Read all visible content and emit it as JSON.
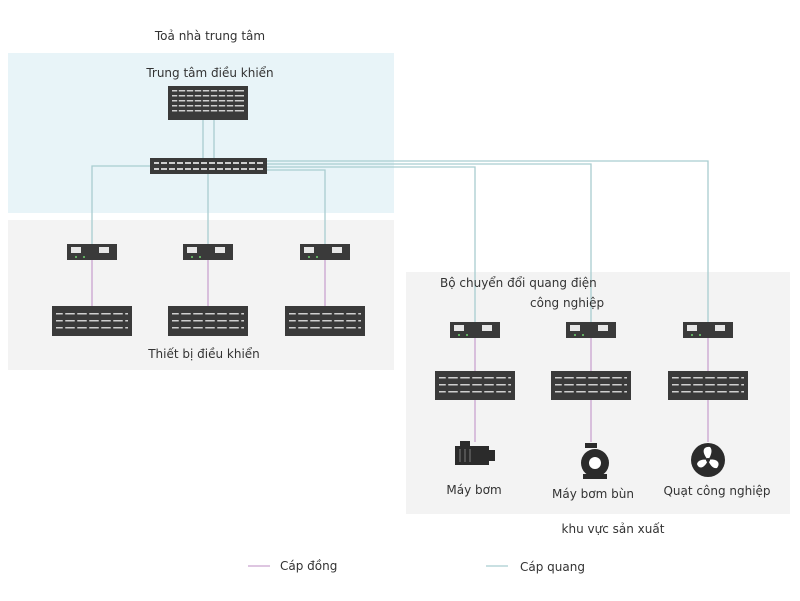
{
  "colors": {
    "building_zone": "#e8f4f8",
    "devices_zone": "#f3f3f3",
    "production_zone": "#f3f3f3",
    "device_fill": "#3a3a3a",
    "copper": "#c9a3cf",
    "fiber": "#a9cdd0"
  },
  "labels": {
    "building": "Toả nhà trung tâm",
    "control_center": "Trung tâm điều khiển",
    "controllers": "Thiết bị điều khiển",
    "converter_line1": "Bộ chuyển đổi quang điện",
    "converter_line2": "công nghiệp",
    "production_area": "khu vực sản xuất"
  },
  "equipment": {
    "pump": "Máy bơm",
    "sludge_pump": "Máy bơm bùn",
    "fan": "Quạt công nghiệp"
  },
  "legend": {
    "copper": "Cáp đồng",
    "fiber": "Cáp quang"
  }
}
